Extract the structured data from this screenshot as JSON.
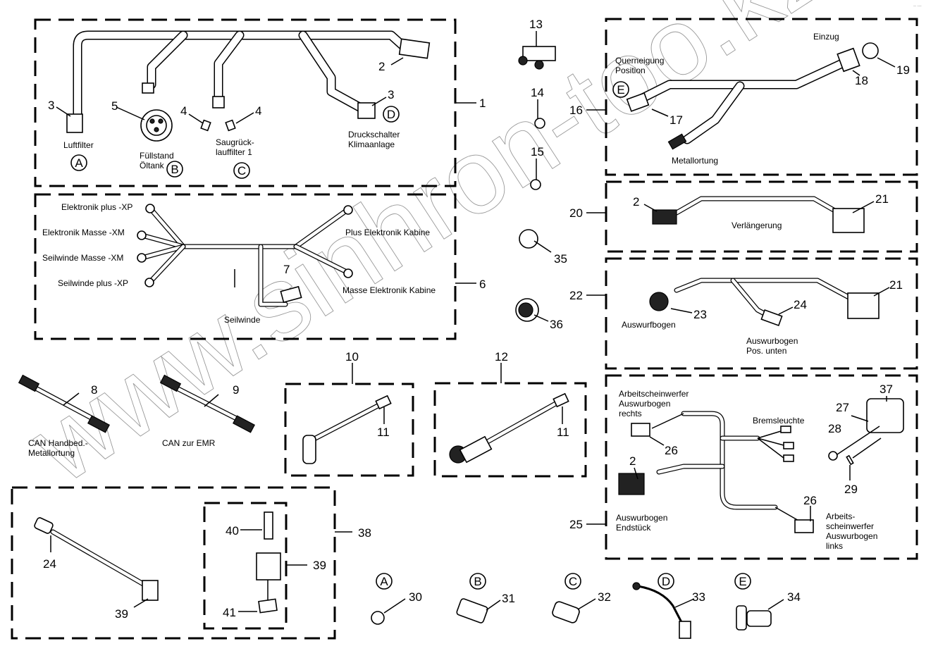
{
  "diagram": {
    "type": "exploded parts diagram - wiring harnesses",
    "watermark": "www.sinhron-too.kz",
    "corner_mark": "-- ---",
    "groups": [
      {
        "id": "1",
        "labels": [
          "Luftfilter",
          "Füllstand Öltank",
          "Saugrück- lauffilter 1",
          "Druckschalter Klimaanlage"
        ],
        "parts": [
          "2",
          "3",
          "3",
          "4",
          "4",
          "5"
        ],
        "letters": [
          "A",
          "B",
          "C",
          "D"
        ]
      },
      {
        "id": "6",
        "labels": [
          "Elektronik plus -XP",
          "Elektronik Masse -XM",
          "Seilwinde Masse -XM",
          "Seilwinde plus -XP",
          "Plus Elektronik Kabine",
          "Masse Elektronik Kabine",
          "Seilwinde"
        ],
        "parts": [
          "7"
        ]
      },
      {
        "id": "16",
        "labels": [
          "Querneigung Position",
          "Einzug",
          "Metallortung"
        ],
        "parts": [
          "17",
          "18",
          "19"
        ],
        "letters": [
          "E"
        ]
      },
      {
        "id": "20",
        "labels": [
          "Verlängerung"
        ],
        "parts": [
          "2",
          "21"
        ]
      },
      {
        "id": "22",
        "labels": [
          "Auswurfbogen",
          "Auswurbogen Pos. unten"
        ],
        "parts": [
          "21",
          "23",
          "24"
        ]
      },
      {
        "id": "25",
        "labels": [
          "Arbeitscheinwerfer Auswurbogen rechts",
          "Bremsleuchte",
          "Auswurbogen Endstück",
          "Arbeits- scheinwerfer Auswurbogen links"
        ],
        "parts": [
          "2",
          "26",
          "26",
          "27",
          "28",
          "29",
          "37"
        ]
      },
      {
        "id": "10",
        "parts": [
          "11"
        ]
      },
      {
        "id": "12",
        "parts": [
          "11"
        ]
      },
      {
        "id": "38",
        "parts": [
          "24",
          "39",
          "39",
          "40",
          "41"
        ]
      }
    ],
    "standalone_parts": [
      {
        "num": "8",
        "label": "CAN Handbed.- Metallortung"
      },
      {
        "num": "9",
        "label": "CAN zur EMR"
      },
      {
        "num": "13"
      },
      {
        "num": "14"
      },
      {
        "num": "15"
      },
      {
        "num": "35"
      },
      {
        "num": "36"
      }
    ],
    "sensors": [
      {
        "letter": "A",
        "num": "30"
      },
      {
        "letter": "B",
        "num": "31"
      },
      {
        "letter": "C",
        "num": "32"
      },
      {
        "letter": "D",
        "num": "33"
      },
      {
        "letter": "E",
        "num": "34"
      }
    ]
  },
  "labels": {
    "luftfilter": "Luftfilter",
    "fuellstand_1": "Füllstand",
    "fuellstand_2": "Öltank",
    "saug_1": "Saugrück-",
    "saug_2": "lauffilter 1",
    "druck_1": "Druckschalter",
    "druck_2": "Klimaanlage",
    "el_plus_xp": "Elektronik plus -XP",
    "el_masse_xm": "Elektronik Masse -XM",
    "sw_masse_xm": "Seilwinde Masse -XM",
    "sw_plus_xp": "Seilwinde plus -XP",
    "plus_el_kabine": "Plus Elektronik Kabine",
    "masse_el_kabine": "Masse Elektronik Kabine",
    "seilwinde": "Seilwinde",
    "querneigung_1": "Querneigung",
    "querneigung_2": "Position",
    "einzug": "Einzug",
    "metallortung": "Metallortung",
    "verlaengerung": "Verlängerung",
    "auswurfbogen": "Auswurfbogen",
    "ausw_unten_1": "Auswurbogen",
    "ausw_unten_2": "Pos. unten",
    "can_hand_1": "CAN Handbed.-",
    "can_hand_2": "Metallortung",
    "can_emr": "CAN zur EMR",
    "aw_rechts_1": "Arbeitscheinwerfer",
    "aw_rechts_2": "Auswurbogen",
    "aw_rechts_3": "rechts",
    "bremsleuchte": "Bremsleuchte",
    "endstueck_1": "Auswurbogen",
    "endstueck_2": "Endstück",
    "aw_links_1": "Arbeits-",
    "aw_links_2": "scheinwerfer",
    "aw_links_3": "Auswurbogen",
    "aw_links_4": "links"
  },
  "letters": {
    "a": "A",
    "b": "B",
    "c": "C",
    "d": "D",
    "e": "E"
  },
  "nums": {
    "n1": "1",
    "n2": "2",
    "n3": "3",
    "n4": "4",
    "n5": "5",
    "n6": "6",
    "n7": "7",
    "n8": "8",
    "n9": "9",
    "n10": "10",
    "n11": "11",
    "n12": "12",
    "n13": "13",
    "n14": "14",
    "n15": "15",
    "n16": "16",
    "n17": "17",
    "n18": "18",
    "n19": "19",
    "n20": "20",
    "n21": "21",
    "n22": "22",
    "n23": "23",
    "n24": "24",
    "n25": "25",
    "n26": "26",
    "n27": "27",
    "n28": "28",
    "n29": "29",
    "n30": "30",
    "n31": "31",
    "n32": "32",
    "n33": "33",
    "n34": "34",
    "n35": "35",
    "n36": "36",
    "n37": "37",
    "n38": "38",
    "n39": "39",
    "n40": "40",
    "n41": "41"
  }
}
